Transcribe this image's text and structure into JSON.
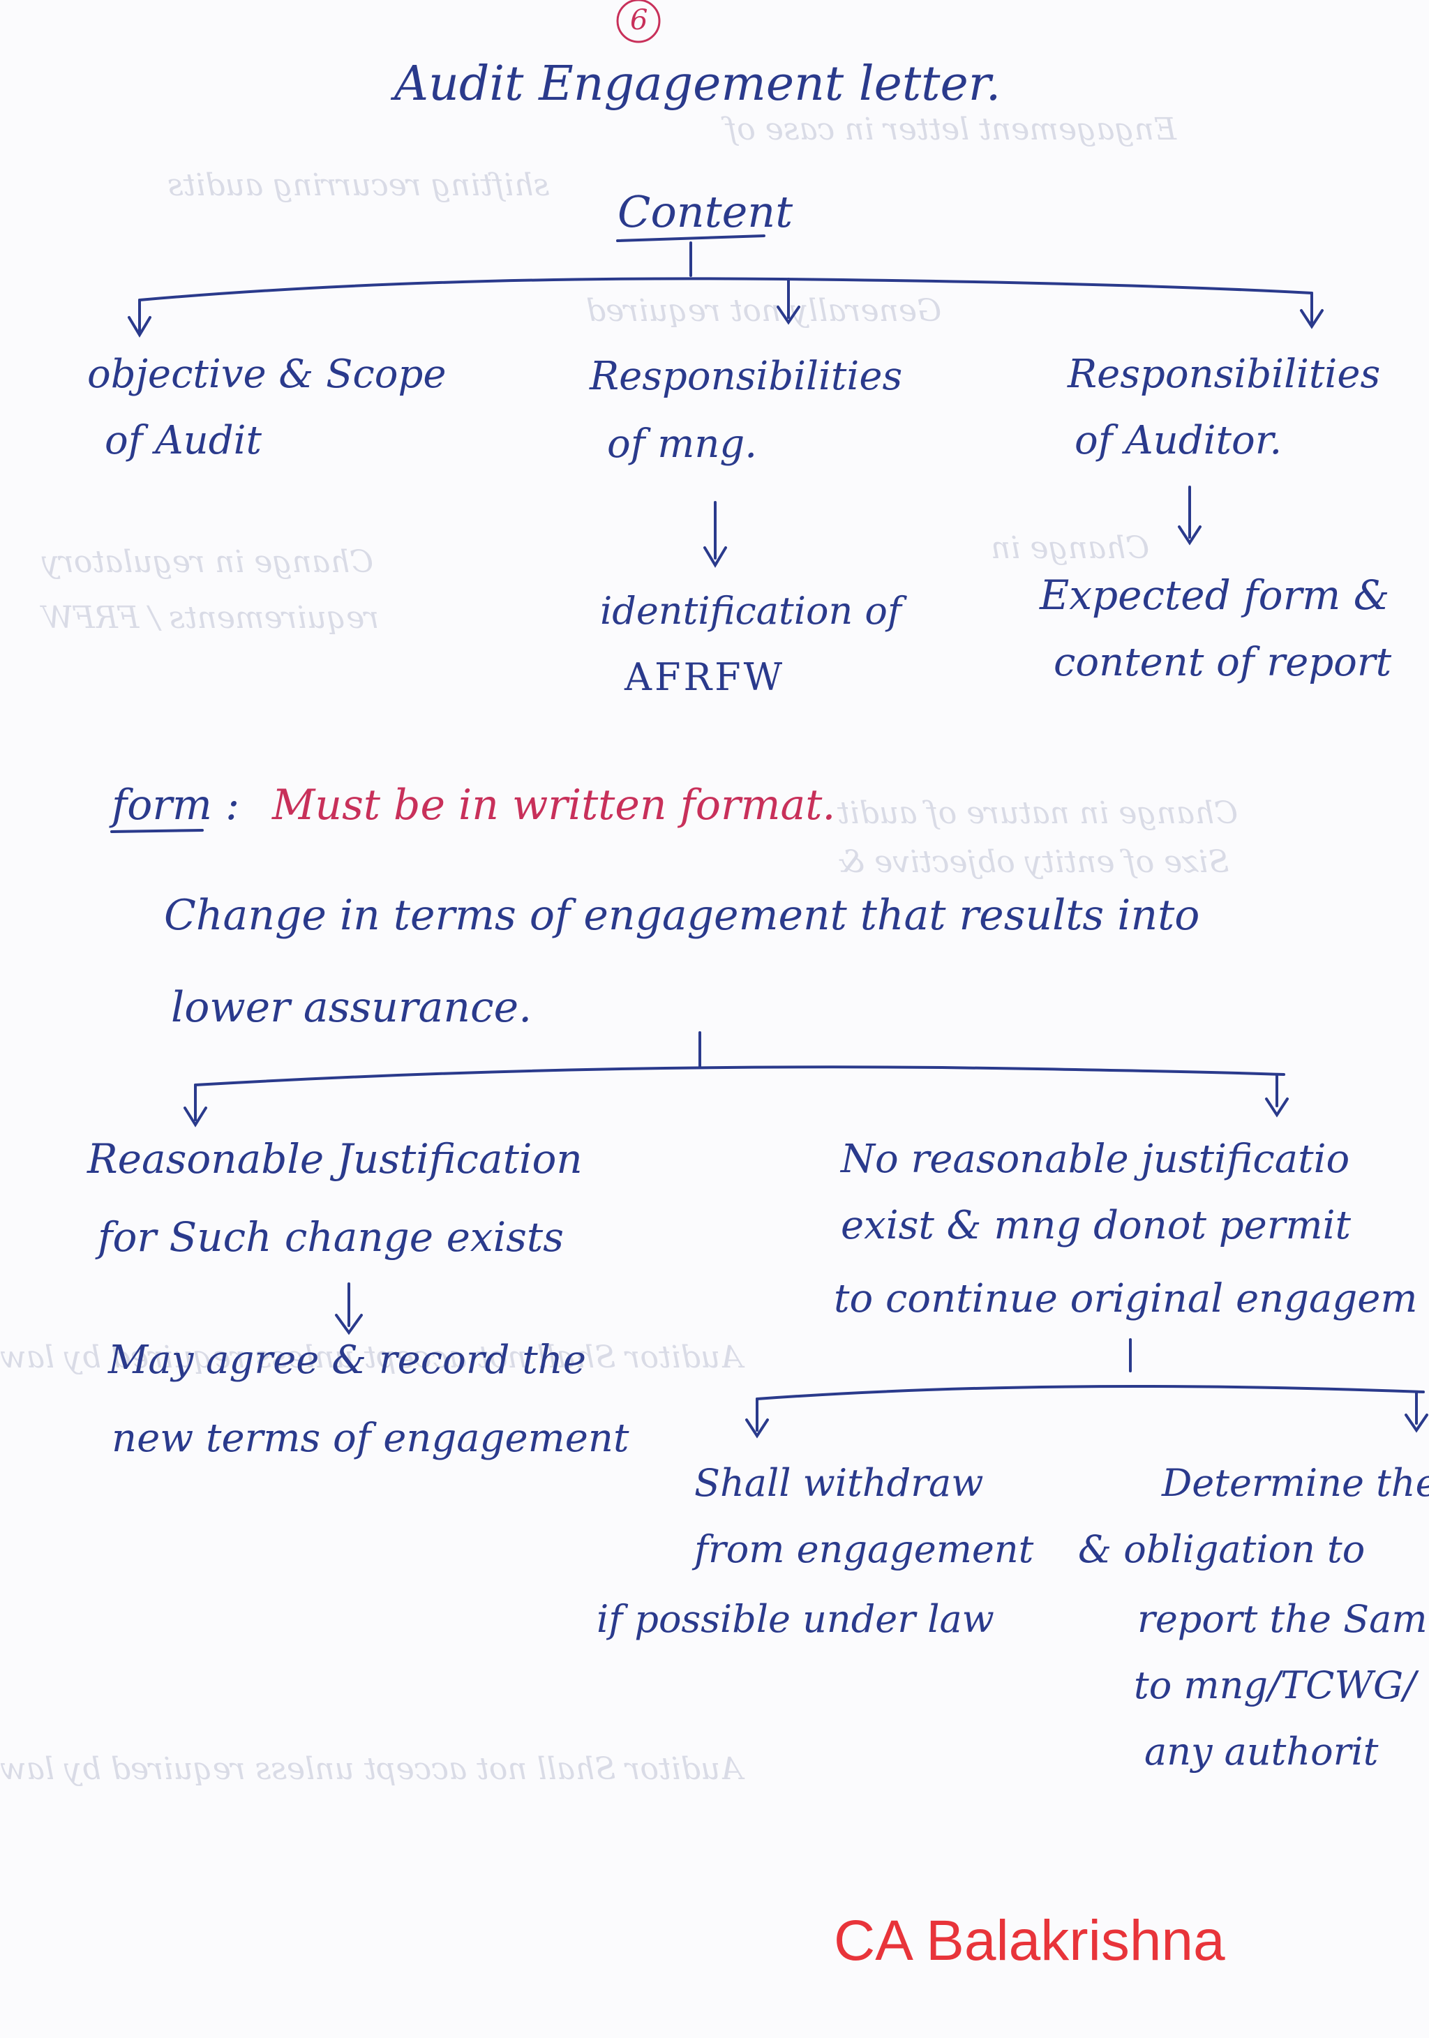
{
  "page_number": "6",
  "title": "Audit Engagement letter.",
  "content_heading": "Content",
  "branches": [
    {
      "line1": "objective & Scope",
      "line2": "of Audit"
    },
    {
      "line1": "Responsibilities",
      "line2": "of mng."
    },
    {
      "line1": "Responsibilities",
      "line2": "of Auditor."
    }
  ],
  "mng_detail": {
    "line1": "identification of",
    "line2": "AFRFW"
  },
  "auditor_detail": {
    "line1": "Expected form &",
    "line2": "content of report"
  },
  "form_label": "form :",
  "form_value": "Must be in written format.",
  "change": {
    "line1": "Change in terms of engagement that results into",
    "line2": "lower assurance."
  },
  "left_case": {
    "line1": "Reasonable Justification",
    "line2": "for Such change exists",
    "line3": "May agree & record the",
    "line4": "new terms of engagement"
  },
  "right_case": {
    "line1": "No reasonable justificatio",
    "line2": "exist & mng donot permit",
    "line3": "to continue original engagem"
  },
  "withdraw": {
    "line1": "Shall withdraw",
    "line2": "from engagement",
    "line3": "if possible under law"
  },
  "determine": {
    "line1": "Determine the",
    "line2": "& obligation to",
    "line3": "report the Sam",
    "line4": "to mng/TCWG/",
    "line5": "any authorit"
  },
  "watermark": "CA Balakrishna",
  "colors": {
    "ink": "#2a3a8c",
    "red": "#c8305a",
    "watermark": "#e8343a"
  }
}
